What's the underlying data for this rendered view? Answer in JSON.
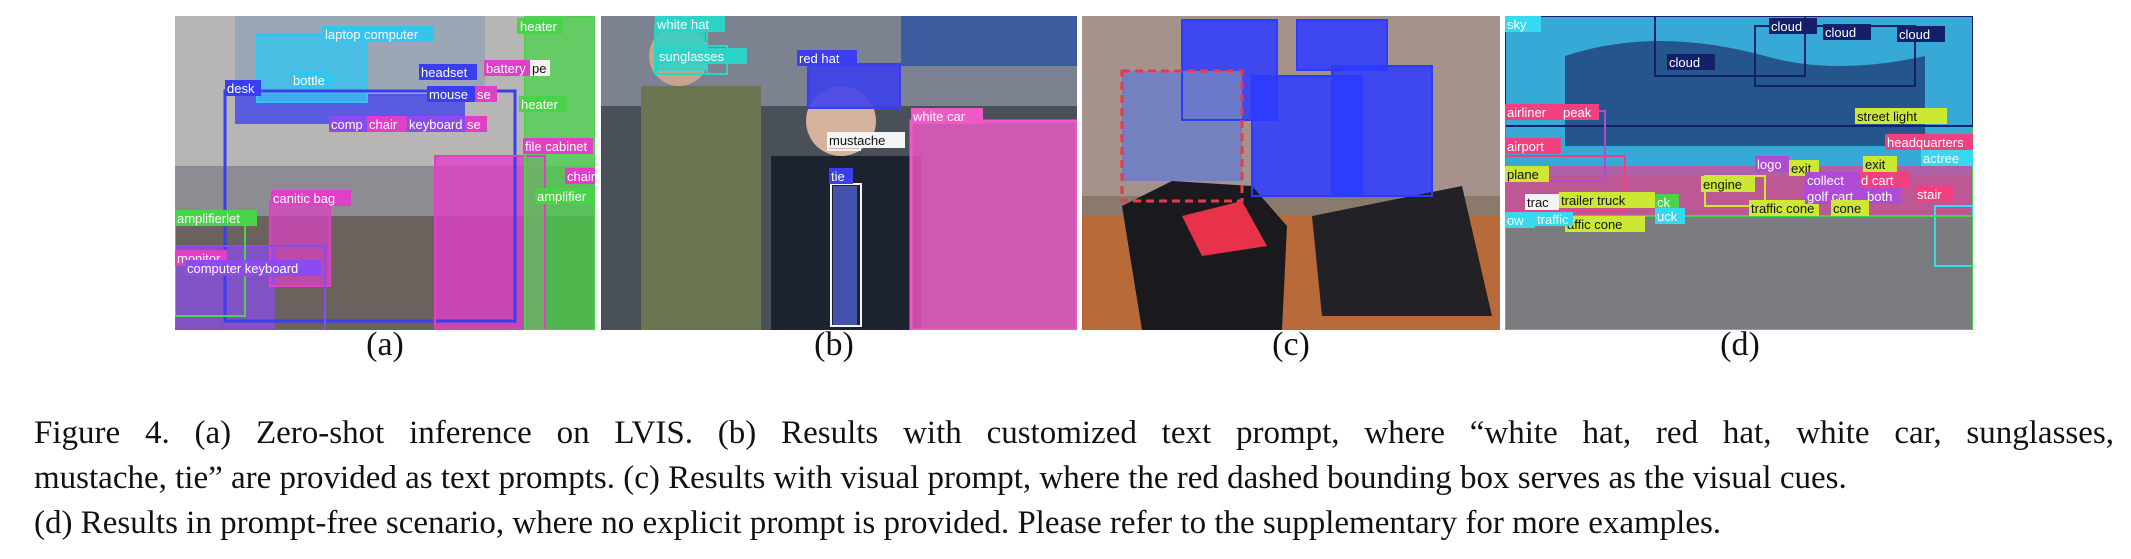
{
  "panels": [
    {
      "letter": "(a)",
      "labels": [
        "laptop computer",
        "heater",
        "desk",
        "bottle",
        "headset",
        "battery",
        "pe",
        "mouse",
        "se",
        "heater",
        "chair",
        "keyboard",
        "comp",
        "se",
        "file cabinet",
        "chair",
        "amplifier",
        "canitic bag",
        "amplifierlet",
        "monitor",
        "computer keyboard"
      ],
      "colors": {
        "blue": "#3a3df0",
        "magenta": "#e040c8",
        "green": "#4ad24a",
        "cyan": "#35c3ef",
        "violet": "#8a4bf0"
      }
    },
    {
      "letter": "(b)",
      "labels": [
        "white hat",
        "sunglasses",
        "red hat",
        "white car",
        "mustache",
        "tie"
      ],
      "colors": {
        "teal": "#2ed3c8",
        "blue": "#3a3df0",
        "pink": "#f05ac8",
        "white": "#f4f4f4"
      }
    },
    {
      "letter": "(c)",
      "labels": [],
      "colors": {
        "blue": "#2b3bff",
        "red": "#e83a4a"
      }
    },
    {
      "letter": "(d)",
      "labels": [
        "sky",
        "cloud",
        "cloud",
        "cloud",
        "cloud",
        "airliner",
        "peak",
        "airport",
        "street light",
        "headquarters",
        "plane",
        "logo",
        "exit",
        "collect",
        "d cart",
        "actree",
        "engine",
        "trac",
        "trailer truck",
        "ck",
        "uck",
        "traffic cone",
        "golf cart",
        "both",
        "stair",
        "exit",
        "affic cone",
        "ow",
        "traffic",
        "cone"
      ],
      "colors": {
        "cyan": "#36d9f0",
        "navy": "#14206a",
        "pink": "#f0407f",
        "yellow": "#cce833",
        "violet": "#b04bd8",
        "green": "#4ad24a"
      }
    }
  ],
  "caption": {
    "line1": "Figure 4.  (a) Zero-shot inference on LVIS. (b) Results with customized text prompt, where “white hat, red hat, white car, sunglasses,",
    "line2": "mustache, tie” are provided as text prompts. (c) Results with visual prompt, where the red dashed bounding box serves as the visual cues.",
    "line3": "(d) Results in prompt-free scenario, where no explicit prompt is provided. Please refer to the supplementary for more examples."
  }
}
